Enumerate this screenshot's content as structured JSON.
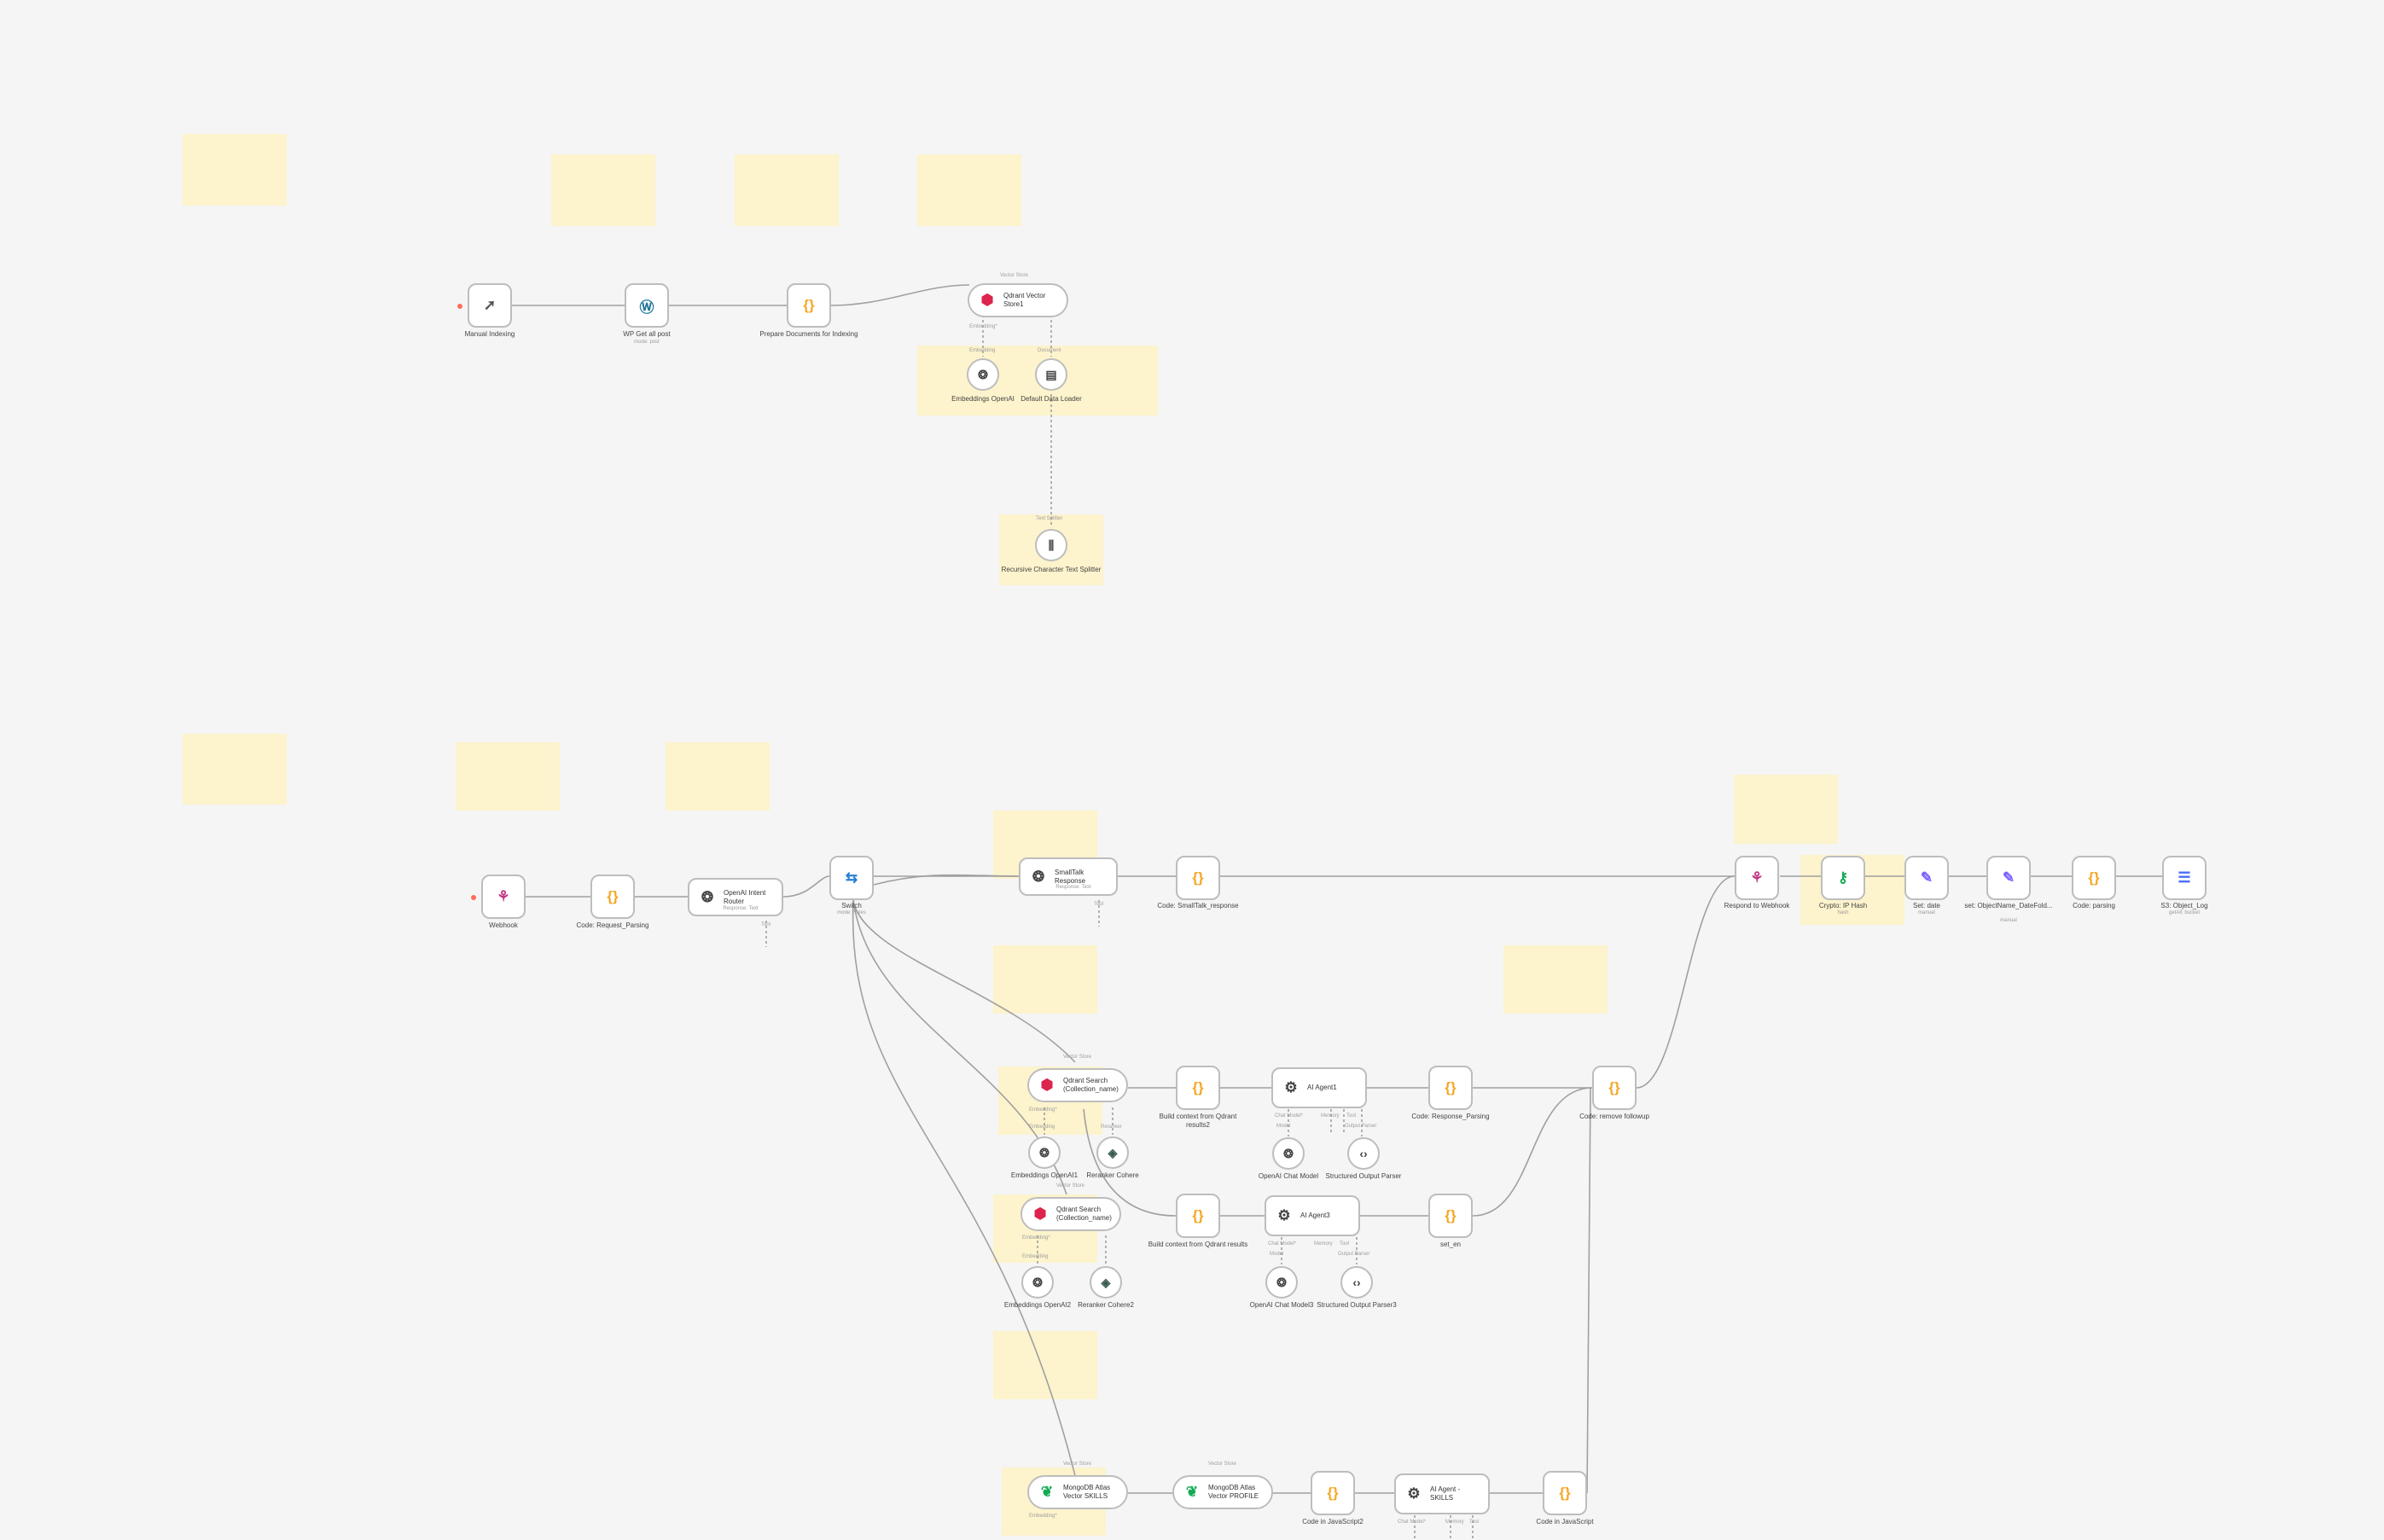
{
  "colors": {
    "canvas": "#f5f5f5",
    "sticky": "#fdf3cc",
    "edge": "#9e9e9e",
    "trigger": "#ff6d5a",
    "code": "#f5a623",
    "qdrant": "#dc244c",
    "openai": "#333333",
    "mongo": "#13aa52",
    "wordpress": "#21759b"
  },
  "nodes": {
    "manual": {
      "label": "Manual Indexing",
      "icon": "cursor-icon"
    },
    "wp_get": {
      "label": "WP Get all post",
      "sub": "mode: post",
      "icon": "wordpress-icon"
    },
    "prepare_docs": {
      "label": "Prepare Documents for Indexing",
      "icon": "code-icon"
    },
    "qdrant_store": {
      "label": "Qdrant Vector Store1",
      "icon": "qdrant-icon"
    },
    "embeddings_top": {
      "label": "Embeddings OpenAI",
      "icon": "openai-icon"
    },
    "default_loader": {
      "label": "Default Data Loader",
      "icon": "document-icon"
    },
    "splitter": {
      "label": "Recursive Character Text Splitter",
      "icon": "splitter-icon"
    },
    "webhook": {
      "label": "Webhook",
      "icon": "webhook-icon"
    },
    "code_parsing": {
      "label": "Code: Request_Parsing",
      "icon": "code-icon"
    },
    "intent_router": {
      "label": "OpenAI Intent Router",
      "sub": "Response: Text",
      "icon": "openai-icon"
    },
    "switch": {
      "label": "Switch",
      "sub": "mode: Rules",
      "icon": "switch-icon"
    },
    "smalltalk": {
      "label": "SmallTalk Response",
      "sub": "Response: Text",
      "icon": "openai-icon"
    },
    "code_smalltalk": {
      "label": "Code: SmallTalk_response",
      "icon": "code-icon"
    },
    "respond_webhook": {
      "label": "Respond to Webhook",
      "icon": "webhook-icon"
    },
    "crypto": {
      "label": "Crypto: IP Hash",
      "sub": "hash",
      "icon": "key-icon"
    },
    "set_date": {
      "label": "Set: date",
      "sub": "manual",
      "icon": "pen-icon"
    },
    "set_object": {
      "label": "set: ObjectName_DateFold...",
      "sub": "manual",
      "icon": "pen-icon"
    },
    "code_parsing2": {
      "label": "Code: parsing",
      "icon": "code-icon"
    },
    "s3_log": {
      "label": "S3: Object_Log",
      "sub": "getAll: bucket",
      "icon": "storage-icon"
    },
    "qdrant_search1": {
      "label": "Qdrant Search (Collection_name)",
      "icon": "qdrant-icon"
    },
    "embeddings_1": {
      "label": "Embeddings OpenAI1",
      "icon": "openai-icon"
    },
    "reranker": {
      "label": "Reranker Cohere",
      "icon": "cohere-icon"
    },
    "build_context1": {
      "label": "Build context from Qdrant results2",
      "icon": "code-icon"
    },
    "agent1": {
      "label": "AI Agent1",
      "icon": "robot-icon"
    },
    "chat_model1": {
      "label": "OpenAI Chat Model",
      "icon": "openai-icon"
    },
    "output_parser1": {
      "label": "Structured Output Parser",
      "icon": "parser-icon"
    },
    "code_response": {
      "label": "Code: Response_Parsing",
      "icon": "code-icon"
    },
    "code_followup": {
      "label": "Code: remove followup",
      "icon": "code-icon"
    },
    "qdrant_search2": {
      "label": "Qdrant Search (Collection_name)",
      "icon": "qdrant-icon"
    },
    "embeddings_2": {
      "label": "Embeddings OpenAI2",
      "icon": "openai-icon"
    },
    "reranker2": {
      "label": "Reranker Cohere2",
      "icon": "cohere-icon"
    },
    "build_context2": {
      "label": "Build context from Qdrant results",
      "icon": "code-icon"
    },
    "agent2": {
      "label": "AI Agent3",
      "icon": "robot-icon"
    },
    "chat_model2": {
      "label": "OpenAI Chat Model3",
      "icon": "openai-icon"
    },
    "output_parser2": {
      "label": "Structured Output Parser3",
      "icon": "parser-icon"
    },
    "set_en": {
      "label": "set_en",
      "icon": "code-icon"
    },
    "mongo_skill": {
      "label": "MongoDB Atlas Vector SKILLS",
      "icon": "mongodb-icon"
    },
    "mongo_profile": {
      "label": "MongoDB Atlas Vector PROFILE",
      "icon": "mongodb-icon"
    },
    "code_js2": {
      "label": "Code in JavaScript2",
      "icon": "code-icon"
    },
    "agent_skills": {
      "label": "AI Agent - SKILLS",
      "icon": "robot-icon"
    },
    "code_js": {
      "label": "Code in JavaScript",
      "icon": "code-icon"
    }
  },
  "ports": {
    "vector_store": "Vector Store",
    "embedding": "Embedding",
    "embedding_req": "Embedding*",
    "document": "Document",
    "text_splitter": "Text Splitter",
    "tool": "Tool",
    "reranker": "Reranker",
    "chat_model": "Chat Model*",
    "model": "Model",
    "memory": "Memory",
    "output_parser": "Output Parser"
  }
}
